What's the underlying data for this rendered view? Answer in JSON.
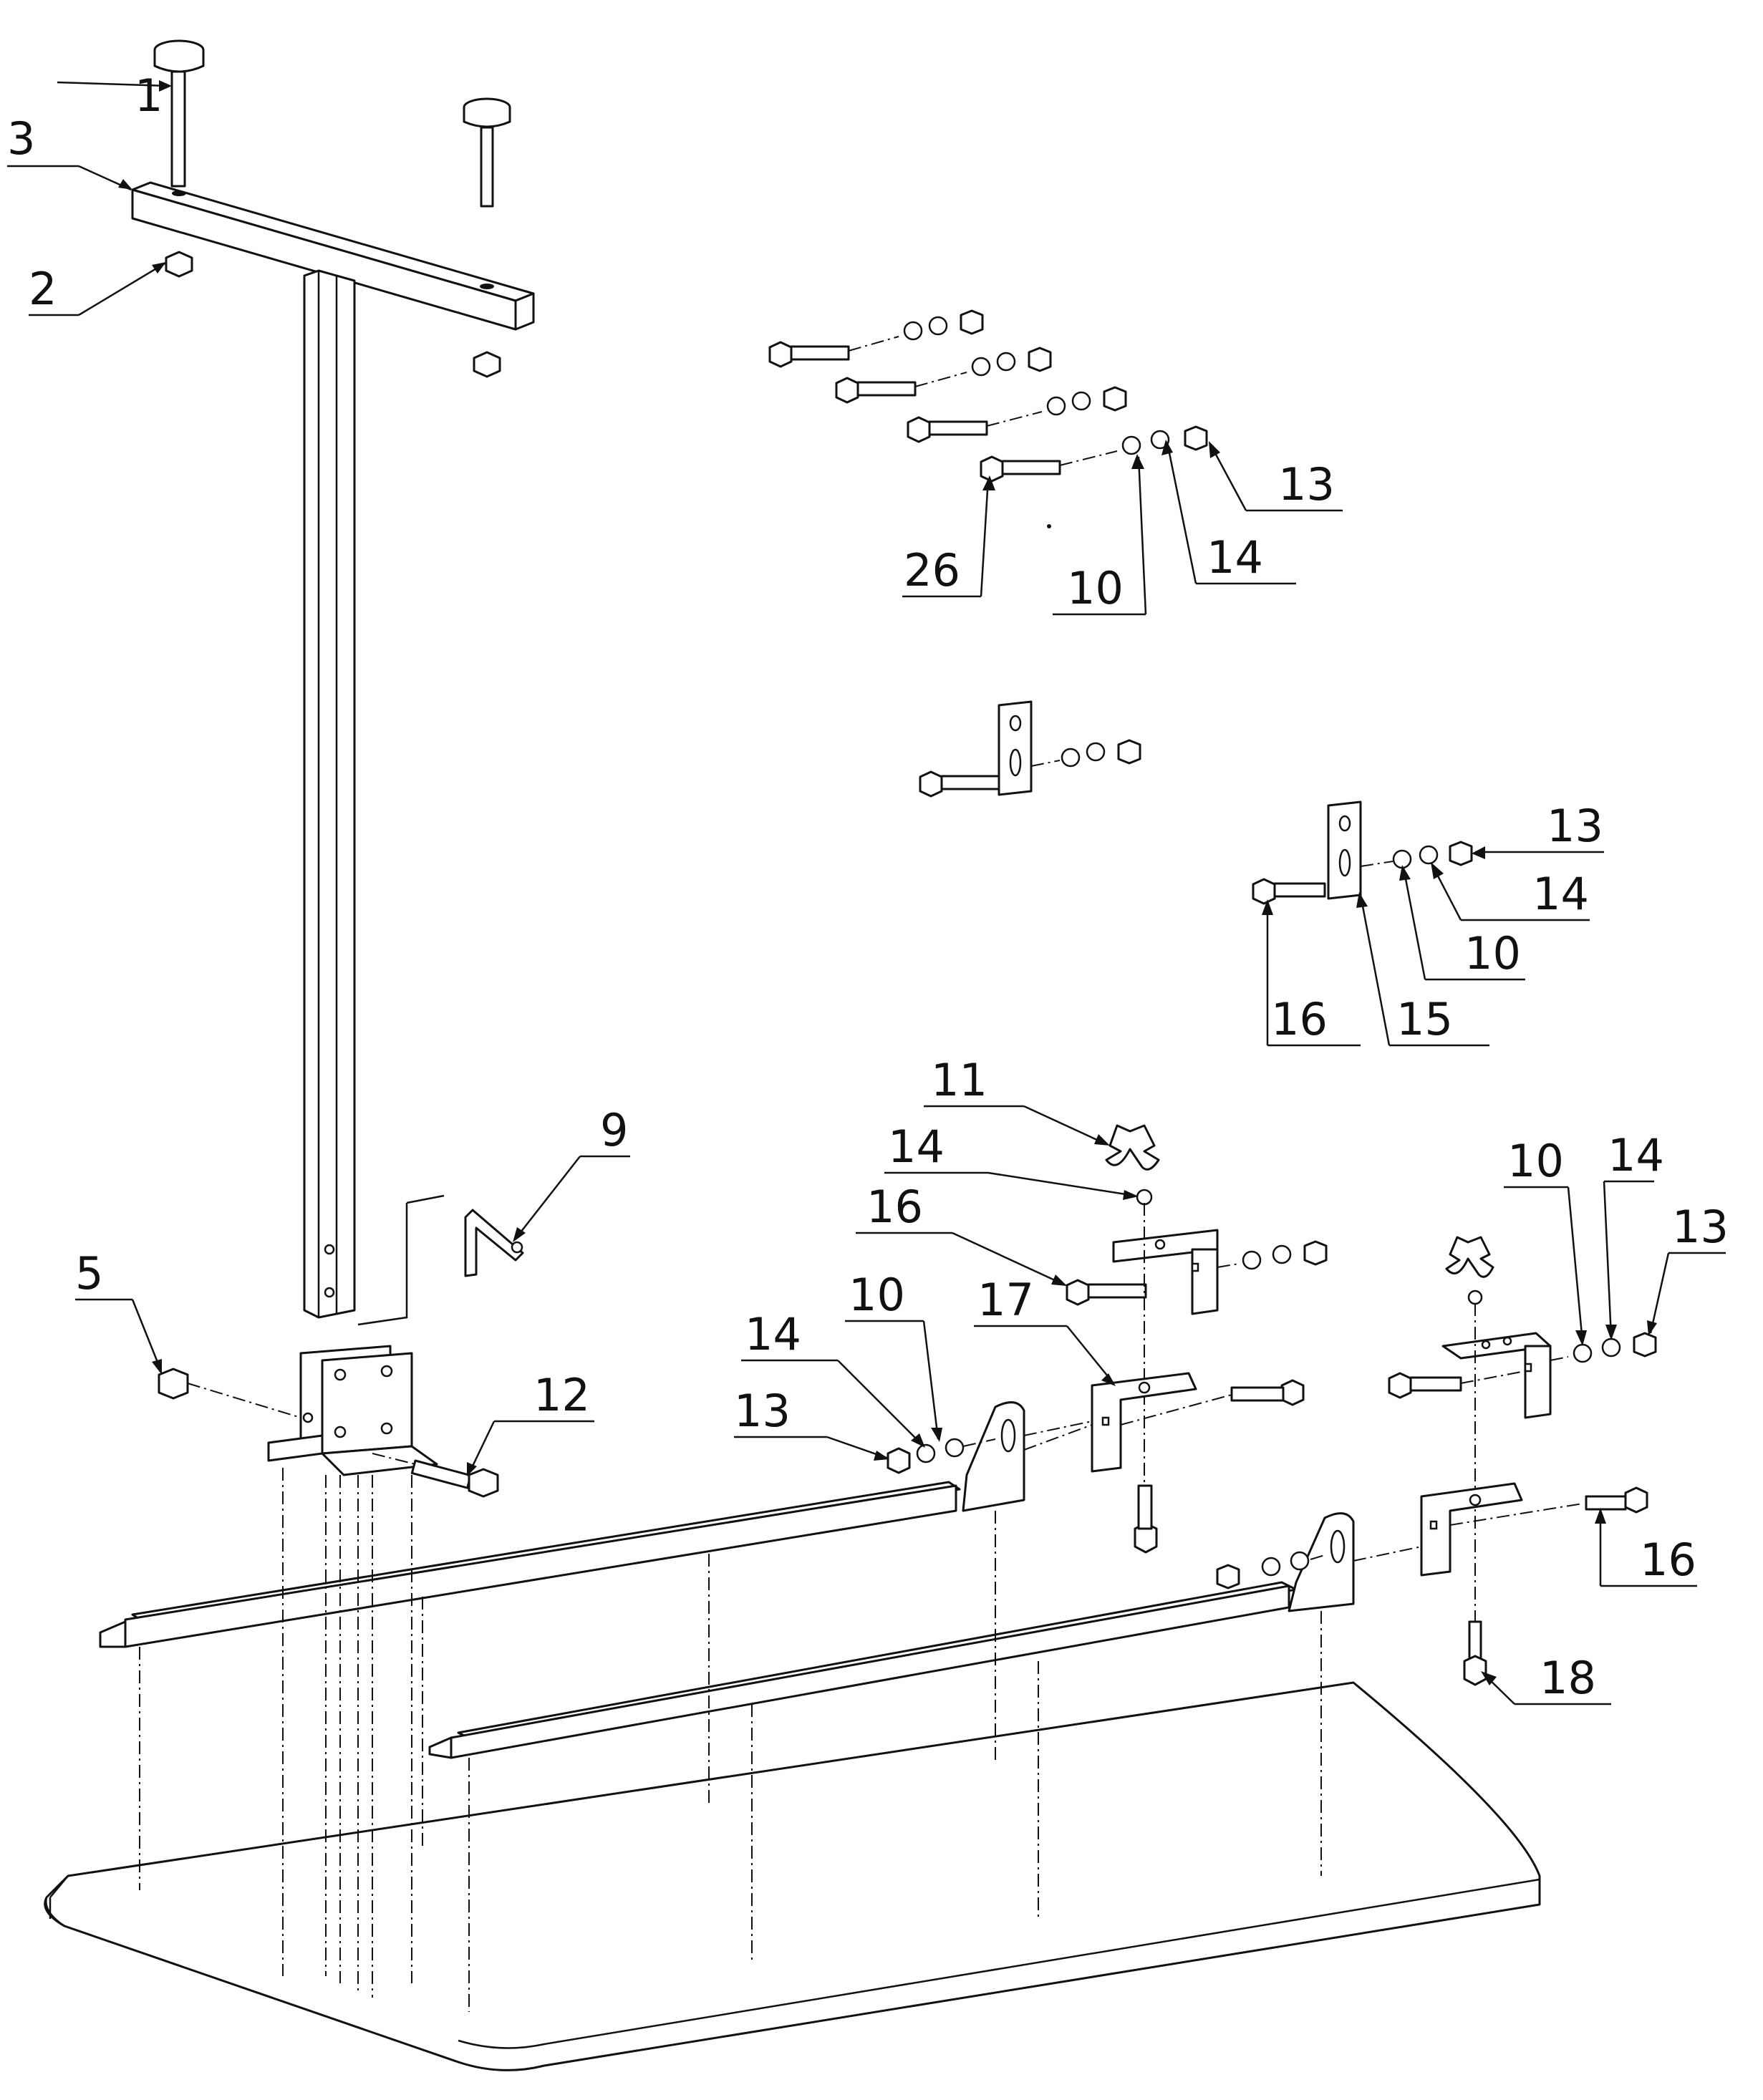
{
  "diagram": {
    "callouts": {
      "c1": "1",
      "c2": "2",
      "c3": "3",
      "c5": "5",
      "c9": "9",
      "c10a": "10",
      "c10b": "10",
      "c10c": "10",
      "c10d": "10",
      "c11": "11",
      "c12": "12",
      "c13a": "13",
      "c13b": "13",
      "c13c": "13",
      "c13d": "13",
      "c14a": "14",
      "c14b": "14",
      "c14c": "14",
      "c14d": "14",
      "c14e": "14",
      "c15": "15",
      "c16a": "16",
      "c16b": "16",
      "c16c": "16",
      "c17": "17",
      "c18": "18",
      "c26": "26"
    }
  }
}
